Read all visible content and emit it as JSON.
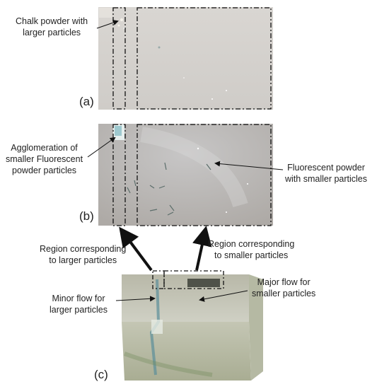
{
  "panels": {
    "a": "(a)",
    "b": "(b)",
    "c": "(c)"
  },
  "annotations": {
    "chalk": [
      "Chalk powder with",
      "larger particles"
    ],
    "agglomeration": [
      "Agglomeration of",
      "smaller Fluorescent",
      "powder particles"
    ],
    "fluorescent": [
      "Fluorescent powder",
      "with smaller particles"
    ],
    "region_larger": [
      "Region corresponding",
      "to larger particles"
    ],
    "region_smaller": [
      "Region corresponding",
      "to smaller particles"
    ],
    "major_flow": [
      "Major flow for",
      "smaller particles"
    ],
    "minor_flow": [
      "Minor flow for",
      "larger particles"
    ]
  },
  "colors": {
    "panel_a_bg": "#d6d3cf",
    "panel_b_bg": "#b9b6b3",
    "block": "#c9c9b8",
    "text": "#222222"
  }
}
